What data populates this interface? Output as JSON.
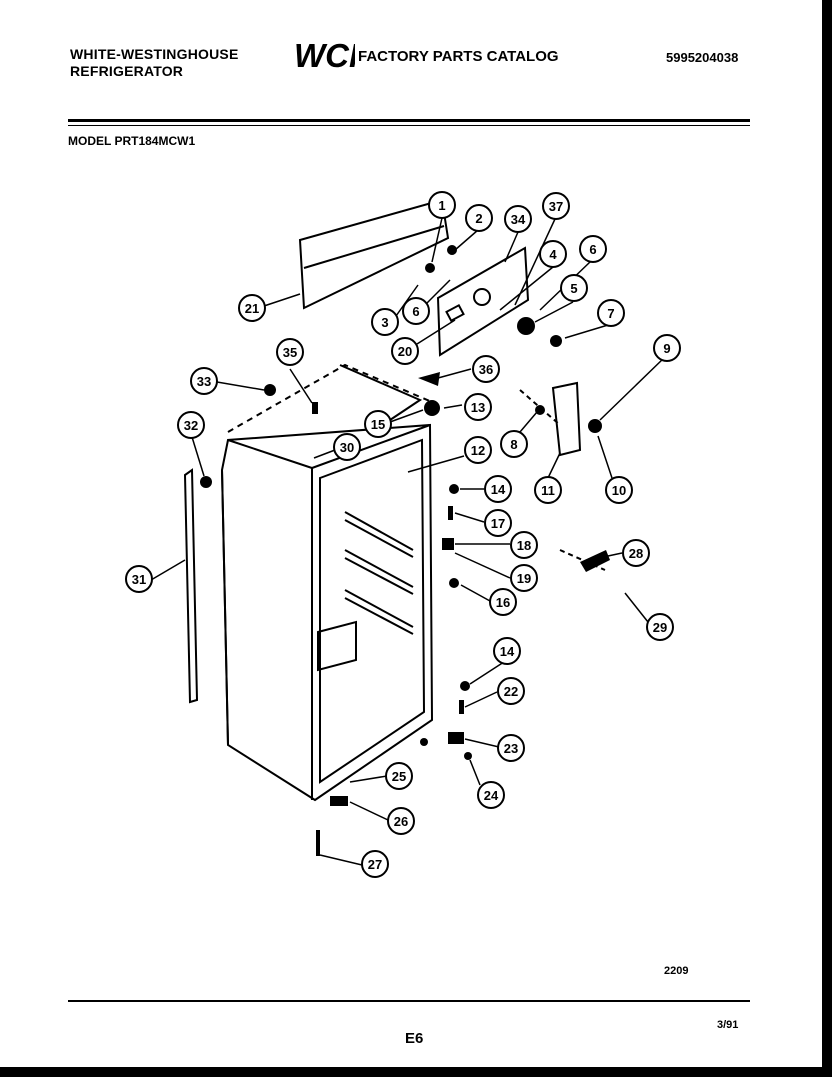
{
  "header": {
    "manufacturer": "WHITE-WESTINGHOUSE",
    "product": "REFRIGERATOR",
    "logo": "WCI",
    "catalog_title": "FACTORY PARTS CATALOG",
    "catalog_number": "5995204038"
  },
  "model": "MODEL PRT184MCW1",
  "callouts": [
    {
      "id": "c1",
      "label": "1"
    },
    {
      "id": "c2",
      "label": "2"
    },
    {
      "id": "c34",
      "label": "34"
    },
    {
      "id": "c37",
      "label": "37"
    },
    {
      "id": "c4",
      "label": "4"
    },
    {
      "id": "c6a",
      "label": "6"
    },
    {
      "id": "c5",
      "label": "5"
    },
    {
      "id": "c7",
      "label": "7"
    },
    {
      "id": "c3",
      "label": "3"
    },
    {
      "id": "c6b",
      "label": "6"
    },
    {
      "id": "c20",
      "label": "20"
    },
    {
      "id": "c21",
      "label": "21"
    },
    {
      "id": "c9",
      "label": "9"
    },
    {
      "id": "c35",
      "label": "35"
    },
    {
      "id": "c33",
      "label": "33"
    },
    {
      "id": "c36",
      "label": "36"
    },
    {
      "id": "c13",
      "label": "13"
    },
    {
      "id": "c15",
      "label": "15"
    },
    {
      "id": "c32",
      "label": "32"
    },
    {
      "id": "c30",
      "label": "30"
    },
    {
      "id": "c12",
      "label": "12"
    },
    {
      "id": "c8",
      "label": "8"
    },
    {
      "id": "c10",
      "label": "10"
    },
    {
      "id": "c11",
      "label": "11"
    },
    {
      "id": "c14a",
      "label": "14"
    },
    {
      "id": "c17",
      "label": "17"
    },
    {
      "id": "c18",
      "label": "18"
    },
    {
      "id": "c19",
      "label": "19"
    },
    {
      "id": "c16",
      "label": "16"
    },
    {
      "id": "c28",
      "label": "28"
    },
    {
      "id": "c31",
      "label": "31"
    },
    {
      "id": "c29",
      "label": "29"
    },
    {
      "id": "c14b",
      "label": "14"
    },
    {
      "id": "c22",
      "label": "22"
    },
    {
      "id": "c23",
      "label": "23"
    },
    {
      "id": "c25",
      "label": "25"
    },
    {
      "id": "c24",
      "label": "24"
    },
    {
      "id": "c26",
      "label": "26"
    },
    {
      "id": "c27",
      "label": "27"
    }
  ],
  "footer": {
    "drawing_code": "2209",
    "page": "E6",
    "date": "3/91"
  }
}
